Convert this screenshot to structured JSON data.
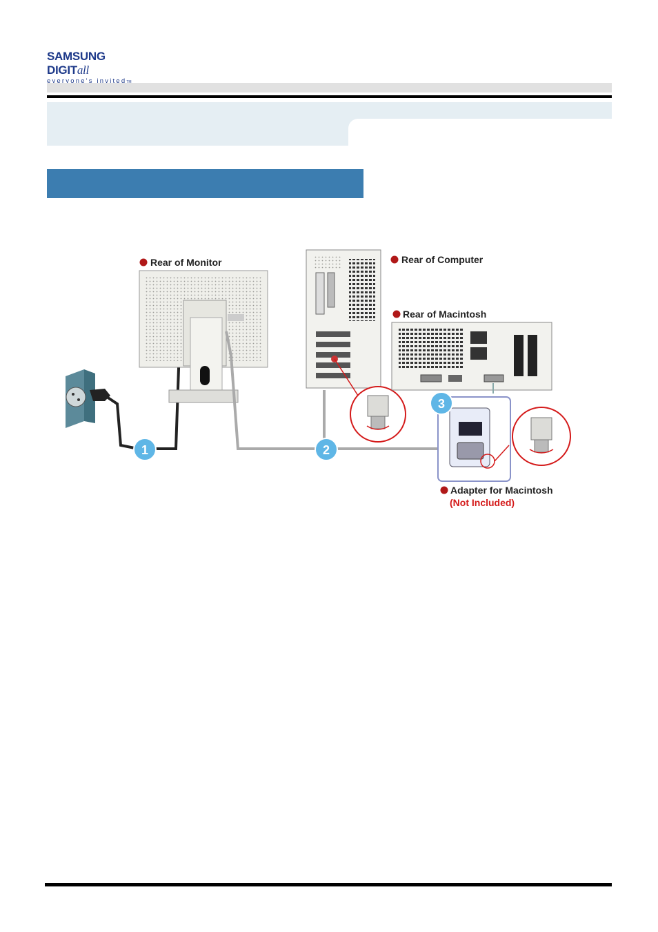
{
  "logo": {
    "brand": "SAMSUNG DIGIT",
    "brand_suffix": "all",
    "tagline": "everyone's invited",
    "tm": "TM"
  },
  "diagram": {
    "labels": {
      "rear_of_monitor": "Rear of Monitor",
      "rear_of_computer": "Rear of Computer",
      "rear_of_macintosh": "Rear of Macintosh",
      "adapter_for_macintosh": "Adapter for Macintosh",
      "not_included": "(Not Included)"
    },
    "steps": [
      "1",
      "2",
      "3"
    ]
  },
  "colors": {
    "section_bar": "#3c7db0",
    "header_band": "#e5eef3",
    "step_badge": "#5fb6e6",
    "bullet_red": "#b01818"
  }
}
